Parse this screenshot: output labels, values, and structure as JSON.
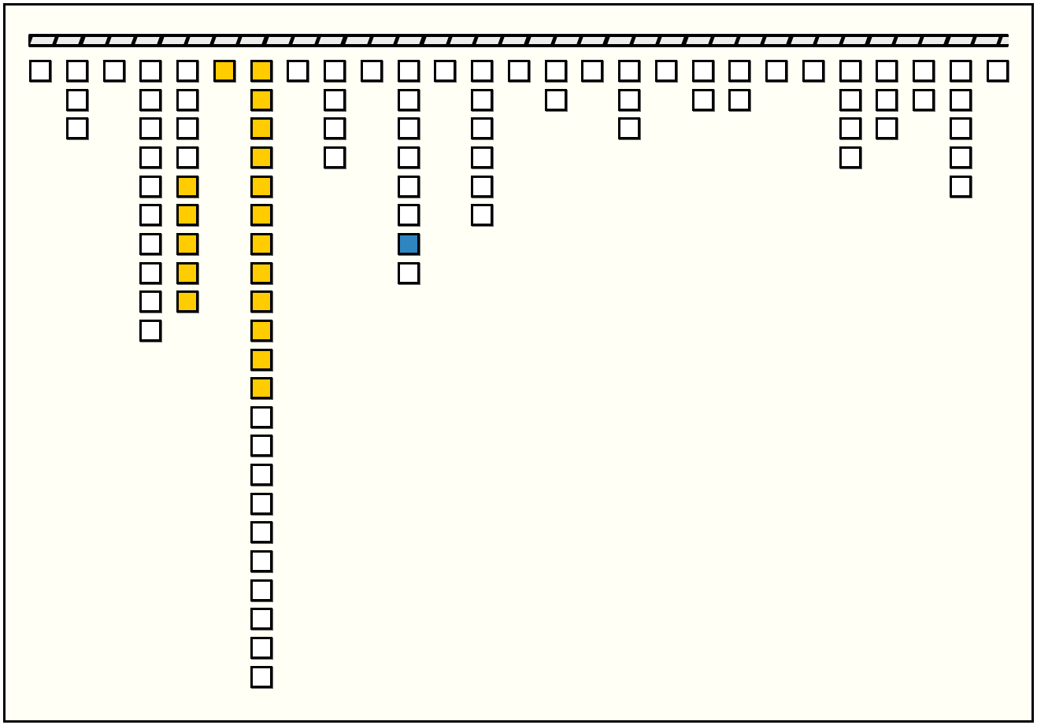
{
  "colors": {
    "background": "#fffff6",
    "empty": "#ffffff",
    "yellow": "#ffcc00",
    "blue": "#2e86c1",
    "border": "#000000"
  },
  "columns": [
    {
      "count": 1,
      "colored": [
        {
          "rows": [],
          "color": "yellow"
        }
      ]
    },
    {
      "count": 3,
      "colored": []
    },
    {
      "count": 1,
      "colored": []
    },
    {
      "count": 10,
      "colored": []
    },
    {
      "count": 9,
      "colored": [
        {
          "rows": [
            4,
            5,
            6,
            7,
            8
          ],
          "color": "yellow"
        }
      ]
    },
    {
      "count": 1,
      "colored": [
        {
          "rows": [
            0
          ],
          "color": "yellow"
        }
      ]
    },
    {
      "count": 22,
      "colored": [
        {
          "rows": [
            0,
            1,
            2,
            3,
            4,
            5,
            6,
            7,
            8,
            9,
            10,
            11
          ],
          "color": "yellow"
        }
      ]
    },
    {
      "count": 1,
      "colored": []
    },
    {
      "count": 4,
      "colored": []
    },
    {
      "count": 1,
      "colored": []
    },
    {
      "count": 8,
      "colored": [
        {
          "rows": [
            6
          ],
          "color": "blue"
        }
      ]
    },
    {
      "count": 1,
      "colored": []
    },
    {
      "count": 6,
      "colored": []
    },
    {
      "count": 1,
      "colored": []
    },
    {
      "count": 2,
      "colored": []
    },
    {
      "count": 1,
      "colored": []
    },
    {
      "count": 3,
      "colored": []
    },
    {
      "count": 1,
      "colored": []
    },
    {
      "count": 2,
      "colored": []
    },
    {
      "count": 2,
      "colored": []
    },
    {
      "count": 1,
      "colored": []
    },
    {
      "count": 1,
      "colored": []
    },
    {
      "count": 4,
      "colored": []
    },
    {
      "count": 3,
      "colored": []
    },
    {
      "count": 2,
      "colored": []
    },
    {
      "count": 5,
      "colored": []
    },
    {
      "count": 1,
      "colored": []
    }
  ]
}
